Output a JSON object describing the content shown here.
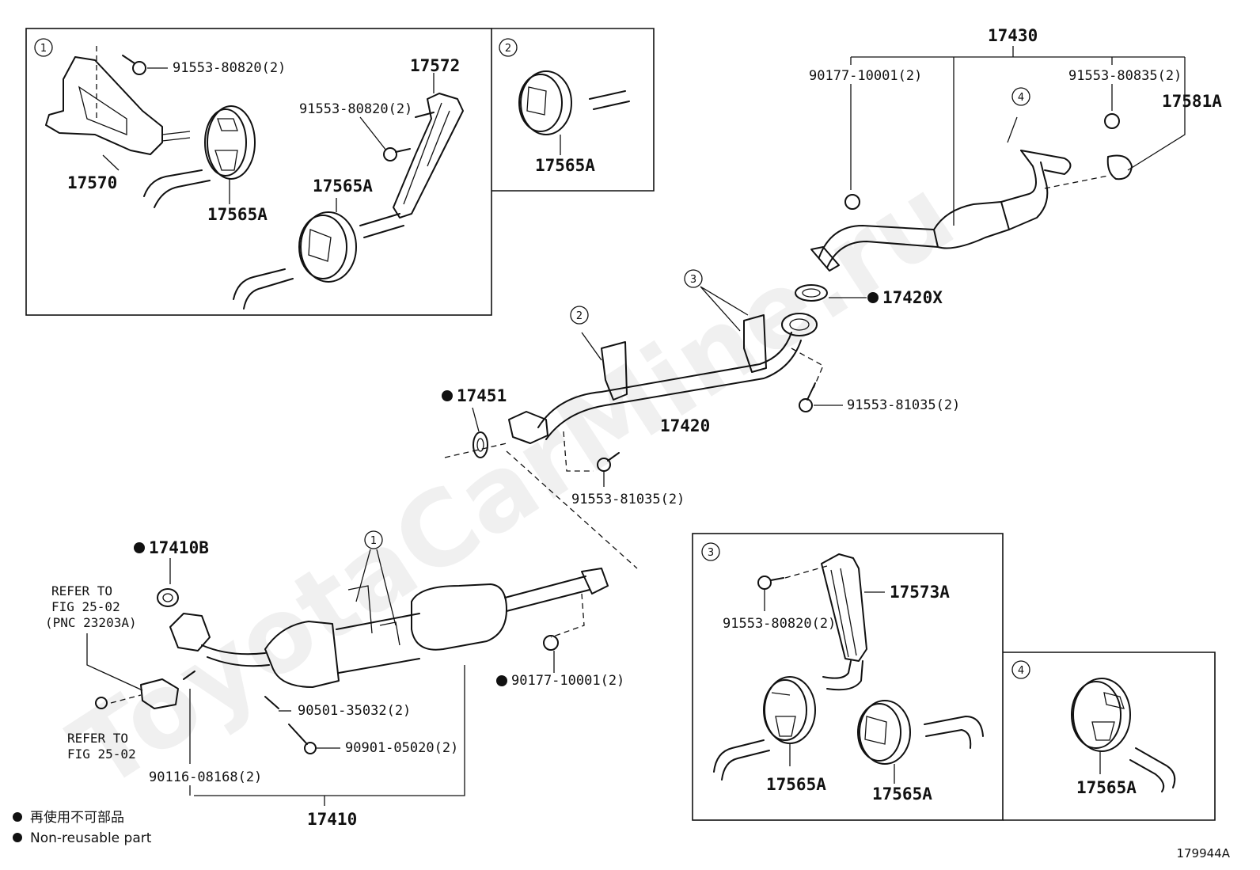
{
  "watermark": "ToyotaCarMine.ru",
  "figure_number": "179944A",
  "legend": {
    "jp": "再使用不可部品",
    "en": "Non-reusable part"
  },
  "main_labels": {
    "p17430": "17430",
    "p90177_top": "90177-10001(2)",
    "p91553_80835": "91553-80835(2)",
    "p17581A": "17581A",
    "p17420X": "17420X",
    "p17451": "17451",
    "p17420": "17420",
    "p91553_81035_right": "91553-81035(2)",
    "p91553_81035_lower": "91553-81035(2)",
    "p17410B": "17410B",
    "p90177_bottom": "90177-10001(2)",
    "p90501": "90501-35032(2)",
    "p90901": "90901-05020(2)",
    "p90116": "90116-08168(2)",
    "p17410": "17410"
  },
  "refer_notes": {
    "upper": [
      "REFER TO",
      "FIG 25-02",
      "(PNC 23203A)"
    ],
    "lower": [
      "REFER TO",
      "FIG 25-02"
    ]
  },
  "inset1": {
    "number": "1",
    "labels": {
      "bolt_a": "91553-80820(2)",
      "p17572": "17572",
      "bolt_b": "91553-80820(2)",
      "p17570": "17570",
      "p17565A_a": "17565A",
      "p17565A_b": "17565A"
    }
  },
  "inset2": {
    "number": "2",
    "labels": {
      "p17565A": "17565A"
    }
  },
  "inset3": {
    "number": "3",
    "labels": {
      "bolt": "91553-80820(2)",
      "p17573A": "17573A",
      "p17565A_a": "17565A",
      "p17565A_b": "17565A"
    }
  },
  "inset4": {
    "number": "4",
    "labels": {
      "p17565A": "17565A"
    }
  },
  "callouts": {
    "c1": "1",
    "c2": "2",
    "c3": "3",
    "c4": "4"
  }
}
